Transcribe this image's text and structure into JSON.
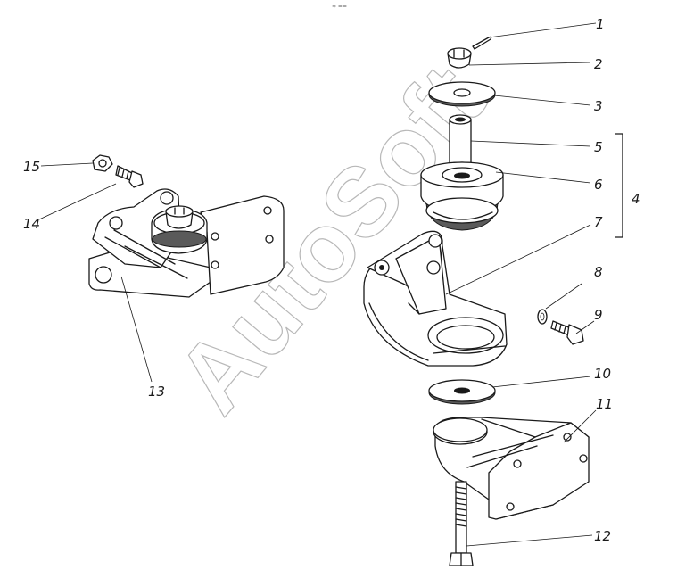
{
  "watermark": "AutoSoft",
  "top_mark": "≈ ==",
  "callouts": [
    {
      "label": "1"
    },
    {
      "label": "2"
    },
    {
      "label": "3"
    },
    {
      "label": "4"
    },
    {
      "label": "5"
    },
    {
      "label": "6"
    },
    {
      "label": "7"
    },
    {
      "label": "8"
    },
    {
      "label": "9"
    },
    {
      "label": "10"
    },
    {
      "label": "11"
    },
    {
      "label": "12"
    },
    {
      "label": "13"
    },
    {
      "label": "14"
    },
    {
      "label": "15"
    }
  ]
}
